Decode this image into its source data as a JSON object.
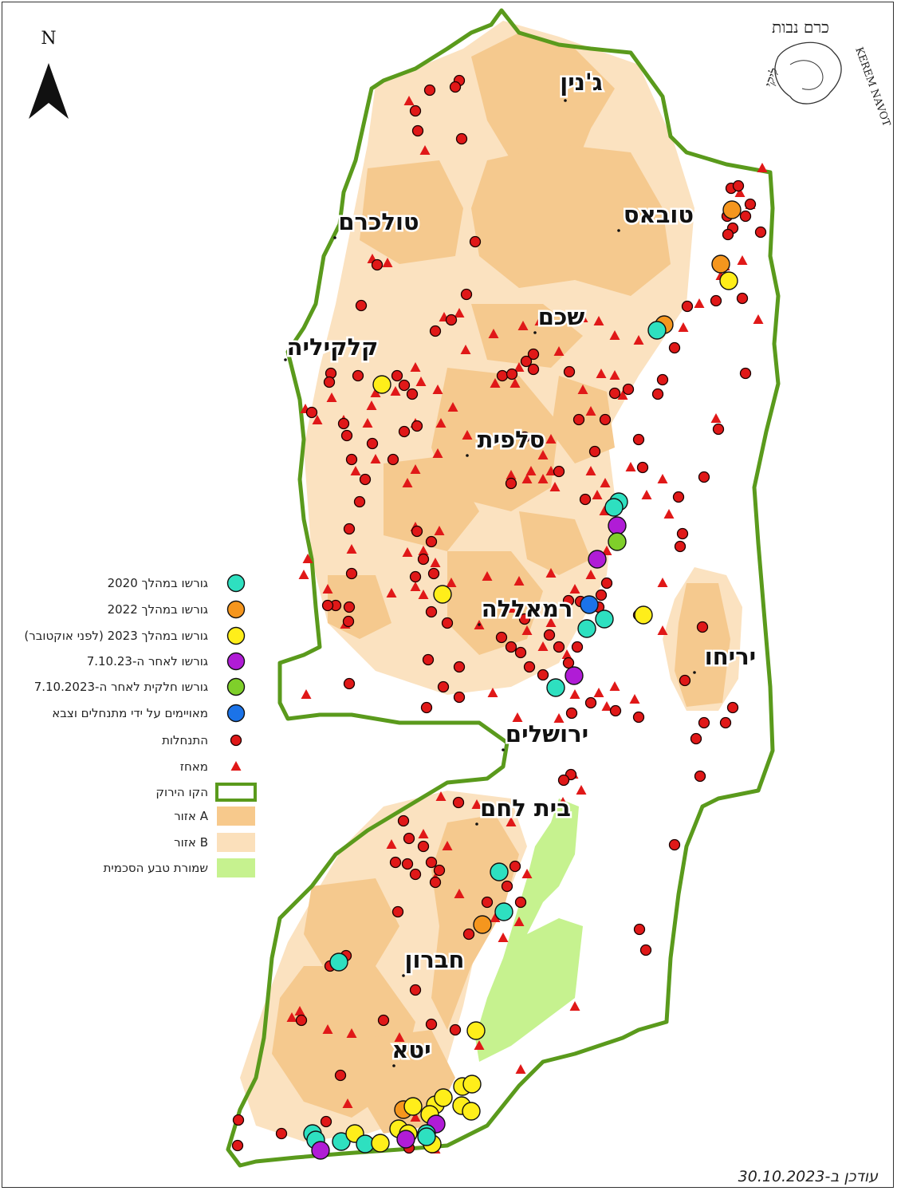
{
  "north_label": "N",
  "logo": {
    "name_he": "כרם נבות",
    "name_en": "KEREM NAVOT",
    "monogram": "ליקי"
  },
  "updated": "עודכן ב-30.10.2023",
  "cities": [
    "ג'נין",
    "טובאס",
    "טולכרם",
    "שכם",
    "קלקיליה",
    "סלפית",
    "רמאללה",
    "יריחו",
    "ירושלים",
    "בית לחם",
    "חברון",
    "יטא"
  ],
  "legend": [
    {
      "label": "גורשו במהלך 2020",
      "type": "circle",
      "color": "#2ee0c0"
    },
    {
      "label": "גורשו במהלך 2022",
      "type": "circle",
      "color": "#f5961e"
    },
    {
      "label": "גורשו במהלך 2023 (לפני אוקטובר)",
      "type": "circle",
      "color": "#ffee1a"
    },
    {
      "label": "גורשו לאחר ה-7.10.23",
      "type": "circle",
      "color": "#b01cd6"
    },
    {
      "label": "גורשו חלקית לאחר ה-7.10.2023",
      "type": "circle",
      "color": "#7fcf2a"
    },
    {
      "label": "מאויימים על ידי מתנחלים וצבא",
      "type": "circle",
      "color": "#1b73e8"
    },
    {
      "label": "התנחלות",
      "type": "dot",
      "color": "#e01818"
    },
    {
      "label": "מאחז",
      "type": "triangle",
      "color": "#e01818"
    },
    {
      "label": "הקו הירוק",
      "type": "outline",
      "color": "#5a9a1c"
    },
    {
      "label": "אזור A",
      "type": "fill",
      "color": "#f7c98c"
    },
    {
      "label": "אזור B",
      "type": "fill",
      "color": "#fbe0bb"
    },
    {
      "label": "שמורת טבע הסכמית",
      "type": "fill",
      "color": "#c6f28f"
    }
  ]
}
